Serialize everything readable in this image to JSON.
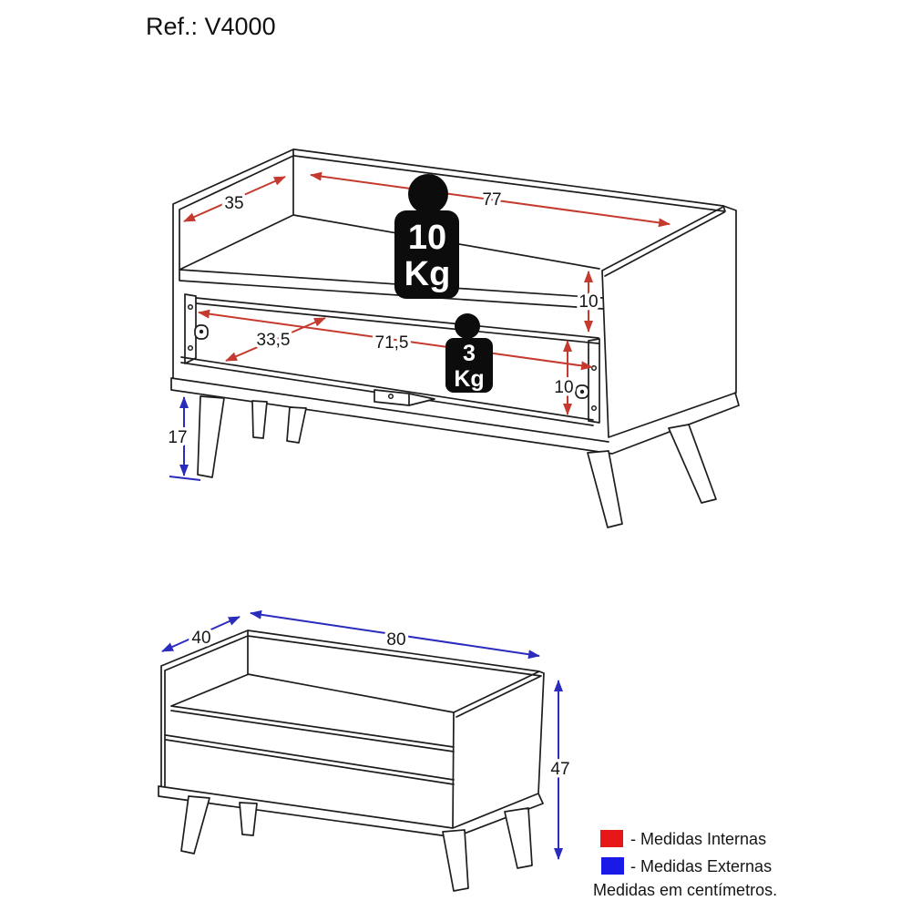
{
  "title": "Ref.: V4000",
  "views": {
    "internal": {
      "weights": {
        "shelf": {
          "value": "10",
          "unit": "Kg"
        },
        "compartment": {
          "value": "3",
          "unit": "Kg"
        }
      },
      "dims": {
        "depth": "35",
        "width": "77",
        "opening_height_top": "10",
        "inner_depth": "33,5",
        "inner_width": "71,5",
        "opening_height_bottom": "10",
        "leg_height": "17"
      }
    },
    "external": {
      "dims": {
        "depth": "40",
        "width": "80",
        "height": "47"
      }
    }
  },
  "legend": {
    "internal_label": "- Medidas Internas",
    "external_label": "- Medidas Externas",
    "note": "Medidas em centímetros."
  },
  "colors": {
    "internal_arrow": "#c53a2e",
    "external_arrow": "#2b2bbe",
    "legend_internal": "#e81717",
    "legend_external": "#1a1ae8"
  }
}
